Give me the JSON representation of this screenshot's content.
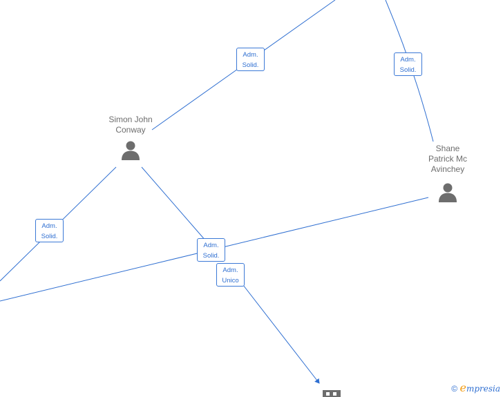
{
  "persons": [
    {
      "id": "simon",
      "name_lines": [
        "Simon John",
        "Conway"
      ]
    },
    {
      "id": "shane",
      "name_lines": [
        "Shane",
        "Patrick Mc",
        "Avinchey"
      ]
    }
  ],
  "relations": [
    {
      "id": "rel1",
      "lines": [
        "Adm.",
        "Solid."
      ]
    },
    {
      "id": "rel2",
      "lines": [
        "Adm.",
        "Solid."
      ]
    },
    {
      "id": "rel3",
      "lines": [
        "Adm.",
        "Solid."
      ]
    },
    {
      "id": "rel4",
      "lines": [
        "Adm.",
        "Solid."
      ]
    },
    {
      "id": "rel5",
      "lines": [
        "Adm.",
        "Unico"
      ]
    }
  ],
  "icons": {
    "person": "person-icon",
    "company": "building-icon",
    "copyright": "copyright-icon"
  },
  "watermark": {
    "symbol": "©",
    "brand_first": "e",
    "brand_rest": "mpresia"
  },
  "colors": {
    "edge": "#2f6fd1",
    "node_icon": "#6d6d6d",
    "label_text": "#6d6d6d",
    "brand_accent": "#f39c12"
  }
}
